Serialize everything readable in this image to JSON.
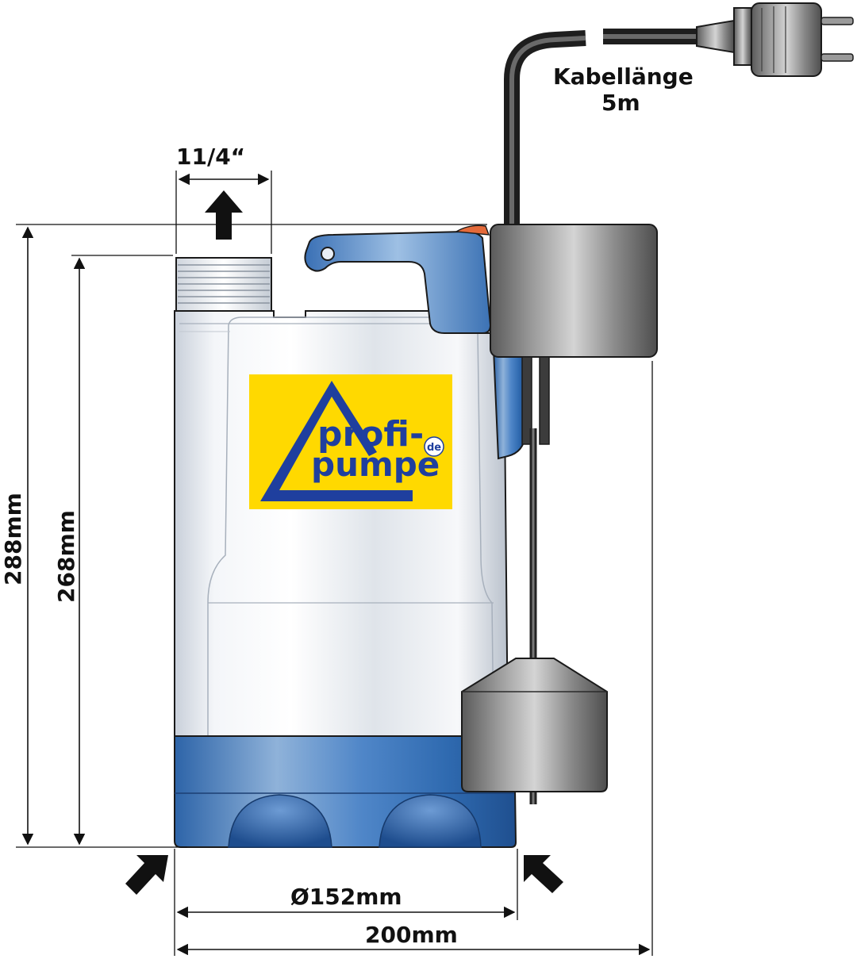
{
  "dimensions": {
    "outlet_thread": "11/4“",
    "height_total": "288mm",
    "height_body": "268mm",
    "diameter": "Ø152mm",
    "width_total": "200mm"
  },
  "cable": {
    "label_line1": "Kabellänge",
    "label_line2": "5m"
  },
  "logo": {
    "line1": "profi-",
    "line2": "pumpe",
    "suffix": "de"
  },
  "colors": {
    "logo_background": "#ffd900",
    "logo_text": "#1f3f9e",
    "base_blue": "#3b74b8",
    "handle_blue": "#4f86c8",
    "float_gray": "#7a7a7a",
    "steel": "#e4e8ee"
  }
}
